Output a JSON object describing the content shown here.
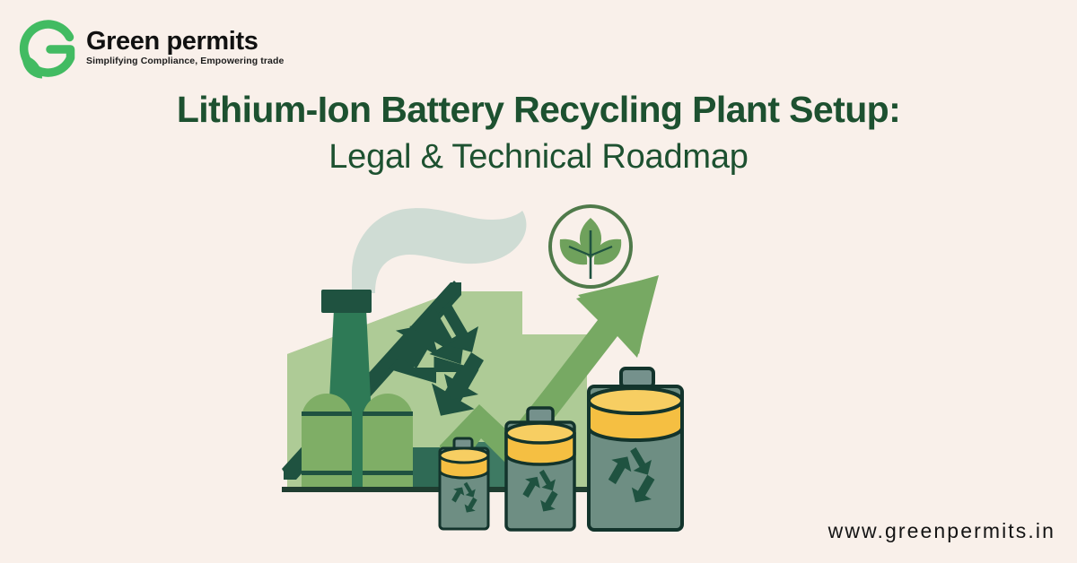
{
  "background_color": "#f9f0ea",
  "brand": {
    "logo_icon": "green-g-leaf-logo",
    "wordmark": "Green permits",
    "tagline": "Simplifying Compliance, Empowering trade",
    "wordmark_color": "#111111",
    "logo_color": "#42bb62"
  },
  "headline": {
    "line1": "Lithium-Ion Battery Recycling Plant Setup:",
    "line2": "Legal & Technical Roadmap",
    "color": "#1d5130"
  },
  "illustration": {
    "alt": "Recycling factory with smokestack, growth arrow, leaf badge and three batteries",
    "elements": [
      "factory-building",
      "smokestack",
      "smoke-plume",
      "recycle-symbol",
      "leaf-badge",
      "growth-arrow",
      "battery-small",
      "battery-medium",
      "battery-large",
      "ground-line"
    ],
    "colors": {
      "factory_body": "#aecb96",
      "factory_dark": "#1f5240",
      "factory_mid": "#6fa15c",
      "factory_window": "#7fae66",
      "smoke": "#cfdcd4",
      "arrow": "#77a963",
      "leaf_badge_stroke": "#4f7a4a",
      "leaf_fill": "#6fa15c",
      "battery_top": "#f5bf42",
      "battery_body": "#6e8e83",
      "battery_outline": "#13342c",
      "ground": "#1f3d30"
    }
  },
  "footer": {
    "url": "www.greenpermits.in",
    "url_color": "#141414"
  }
}
